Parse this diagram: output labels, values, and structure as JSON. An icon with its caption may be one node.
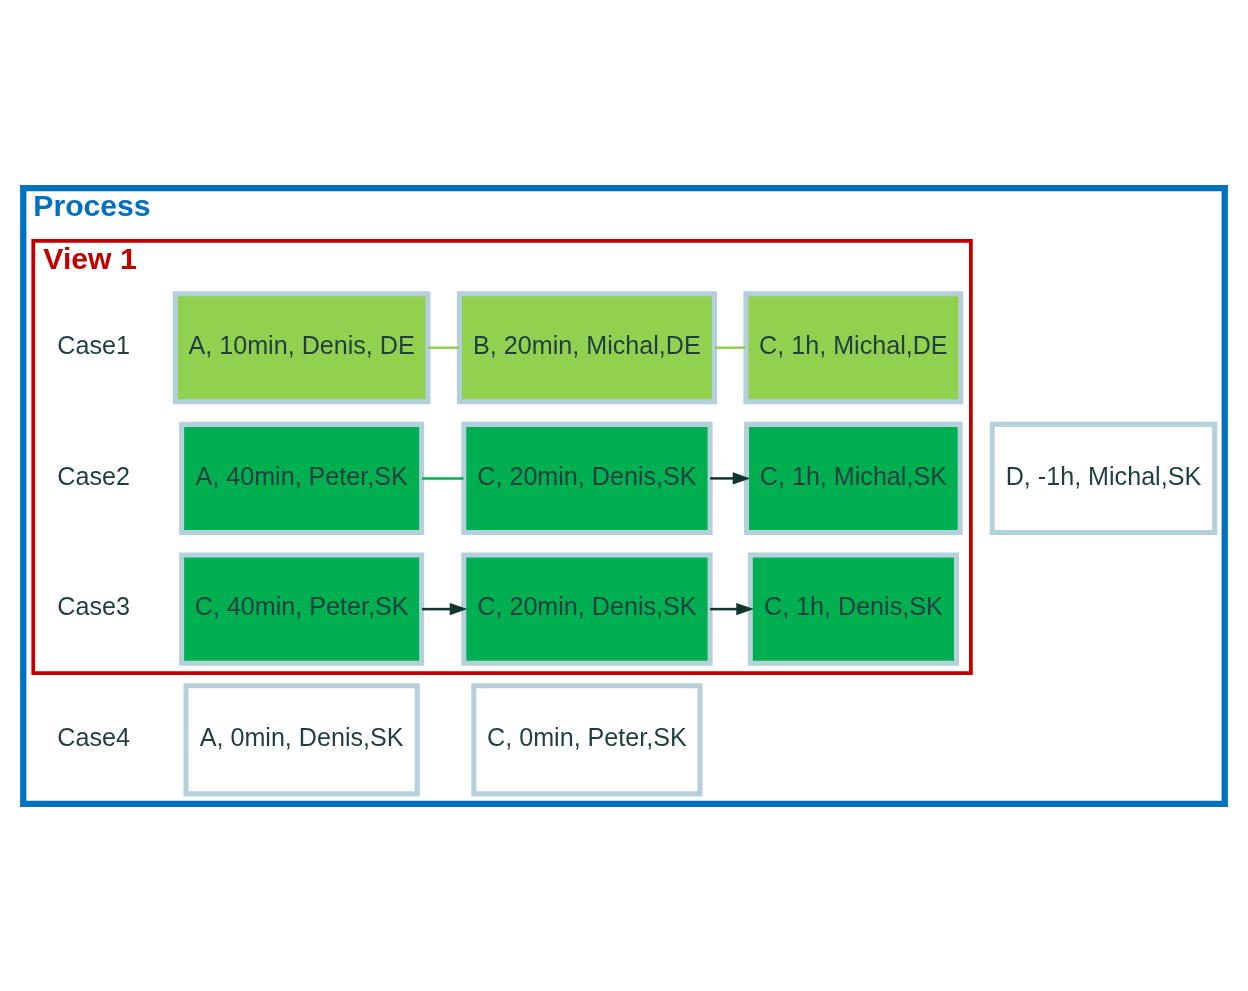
{
  "diagram": {
    "nodes": [
      {
        "text": [
          "Process"
        ]
      },
      {
        "text": [
          "View 1"
        ],
        "in": 0
      },
      {
        "text": [
          "A, 10min, Denis, DE"
        ],
        "in": 1
      },
      {
        "text": [
          "B, 20min, Michal,DE"
        ],
        "in": 1
      },
      {
        "text": [
          "C, 1h, Michal,DE"
        ],
        "in": 1
      },
      {
        "text": [
          "A, 40min, Peter,SK"
        ],
        "in": 1
      },
      {
        "text": [
          "C, 20min, Denis,SK"
        ],
        "in": 1
      },
      {
        "text": [
          "C, 1h, Michal,SK"
        ],
        "in": 1
      },
      {
        "text": [
          "D, -1h, Michal,SK"
        ],
        "in": 0
      },
      {
        "text": [
          "C, 40min, Peter,SK"
        ],
        "in": 1
      },
      {
        "text": [
          "C, 20min, Denis,SK"
        ],
        "in": 1
      },
      {
        "text": [
          "C, 1h, Denis,SK"
        ],
        "in": 1
      },
      {
        "text": [
          "A, 0min, Denis,SK"
        ],
        "in": 0
      },
      {
        "text": [
          "C, 0min, Peter,SK"
        ],
        "in": 0
      }
    ],
    "edges": [
      {
        "from": 2,
        "to": 3,
        "arrow": "none",
        "color": "#92d050"
      },
      {
        "from": 3,
        "to": 4,
        "arrow": "none",
        "color": "#92d050"
      },
      {
        "from": 5,
        "to": 6,
        "arrow": "none",
        "color": "#00b050"
      },
      {
        "from": 6,
        "to": 7,
        "arrow": "to",
        "color": "#12372e"
      },
      {
        "from": 9,
        "to": 10,
        "arrow": "to",
        "color": "#12372e"
      },
      {
        "from": 10,
        "to": 11,
        "arrow": "to",
        "color": "#12372e"
      }
    ],
    "labels": [
      "Case1",
      "Case2",
      "Case3",
      "Case4"
    ]
  }
}
